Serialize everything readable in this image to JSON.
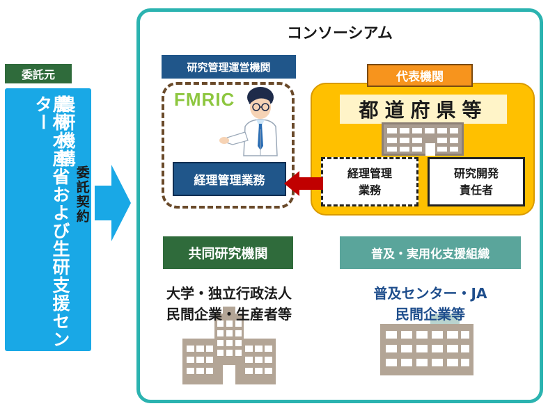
{
  "entrustor": {
    "tag": "委託元",
    "col1": "農研機構",
    "col2": "農林水産省および生研支援センター"
  },
  "contract_label": "委託契約",
  "consortium": {
    "title": "コンソーシアム",
    "research_management": {
      "header": "研究管理運営機関",
      "logo_text": "FMRIC",
      "accounting": "経理管理業務"
    },
    "representative": {
      "tag": "代表機関",
      "banner": "都道府県等",
      "accounting": [
        "経理管理",
        "業務"
      ],
      "rd_manager": [
        "研究開発",
        "責任者"
      ]
    },
    "joint_research": {
      "header": "共同研究機関",
      "line1": "大学・独立行政法人",
      "line2": "民間企業・生産者等"
    },
    "extension": {
      "header": "普及・実用化支援組織",
      "line1": "普及センター・JA",
      "line2": "民間企業等"
    }
  },
  "colors": {
    "teal_frame": "#2bb3b0",
    "sky_blue": "#19a8e6",
    "navy": "#20568a",
    "dark_green": "#2f6b3b",
    "orange": "#f7941d",
    "yellow": "#ffc000",
    "grey_teal": "#5aa59b",
    "red_arrow": "#c00000",
    "lime": "#8dc63f"
  },
  "icons": [
    "person-in-labcoat-icon",
    "building-icon",
    "red-arrow-icon",
    "contract-arrow-icon"
  ]
}
